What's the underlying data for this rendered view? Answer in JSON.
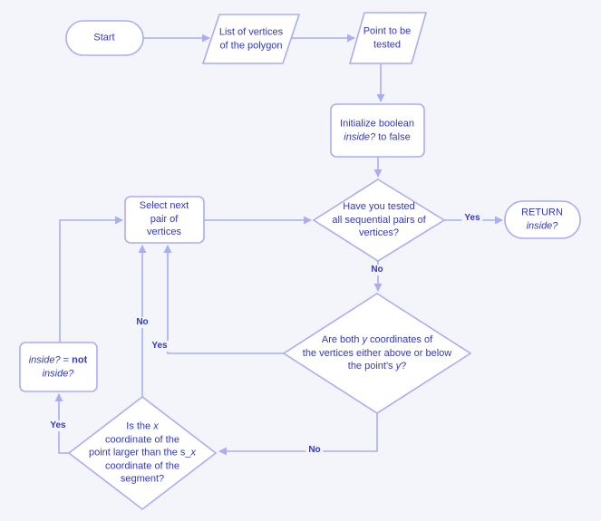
{
  "colors": {
    "background": "#f4f5fb",
    "shape_fill": "#ffffff",
    "stroke": "#a9adf1",
    "text": "#3138c8"
  },
  "nodes": {
    "start": {
      "label": "Start"
    },
    "vertices_input": {
      "label": "List of vertices\nof the polygon"
    },
    "point_input": {
      "label": "Point to be\ntested"
    },
    "init": {
      "parts": [
        {
          "t": "Initialize boolean\n"
        },
        {
          "t": "inside?",
          "s": "i"
        },
        {
          "t": " to false"
        }
      ]
    },
    "tested_all": {
      "label": "Have you tested\nall sequential pairs of\nvertices?"
    },
    "return": {
      "parts": [
        {
          "t": "RETURN\n"
        },
        {
          "t": "inside?",
          "s": "i"
        }
      ]
    },
    "select_next": {
      "label": "Select next\npair of\nvertices"
    },
    "y_coords": {
      "parts": [
        {
          "t": "Are both "
        },
        {
          "t": "y",
          "s": "i"
        },
        {
          "t": " coordinates of\nthe vertices either above or below\nthe point's "
        },
        {
          "t": "y",
          "s": "i"
        },
        {
          "t": "?"
        }
      ]
    },
    "toggle": {
      "parts": [
        {
          "t": "inside?",
          "s": "i"
        },
        {
          "t": " = "
        },
        {
          "t": "not",
          "s": "b"
        },
        {
          "t": "\n"
        },
        {
          "t": "inside?",
          "s": "i"
        }
      ]
    },
    "x_coord": {
      "parts": [
        {
          "t": "Is the "
        },
        {
          "t": "x",
          "s": "i"
        },
        {
          "t": "\ncoordinate of the\npoint larger than the s_"
        },
        {
          "t": "x",
          "s": "i"
        },
        {
          "t": "\ncoordinate of the\nsegment?"
        }
      ]
    }
  },
  "edge_labels": {
    "yes_return": "Yes",
    "no_more": "No",
    "yes_skip": "Yes",
    "no_ray": "No",
    "no_xtest": "No",
    "yes_toggle": "Yes"
  }
}
